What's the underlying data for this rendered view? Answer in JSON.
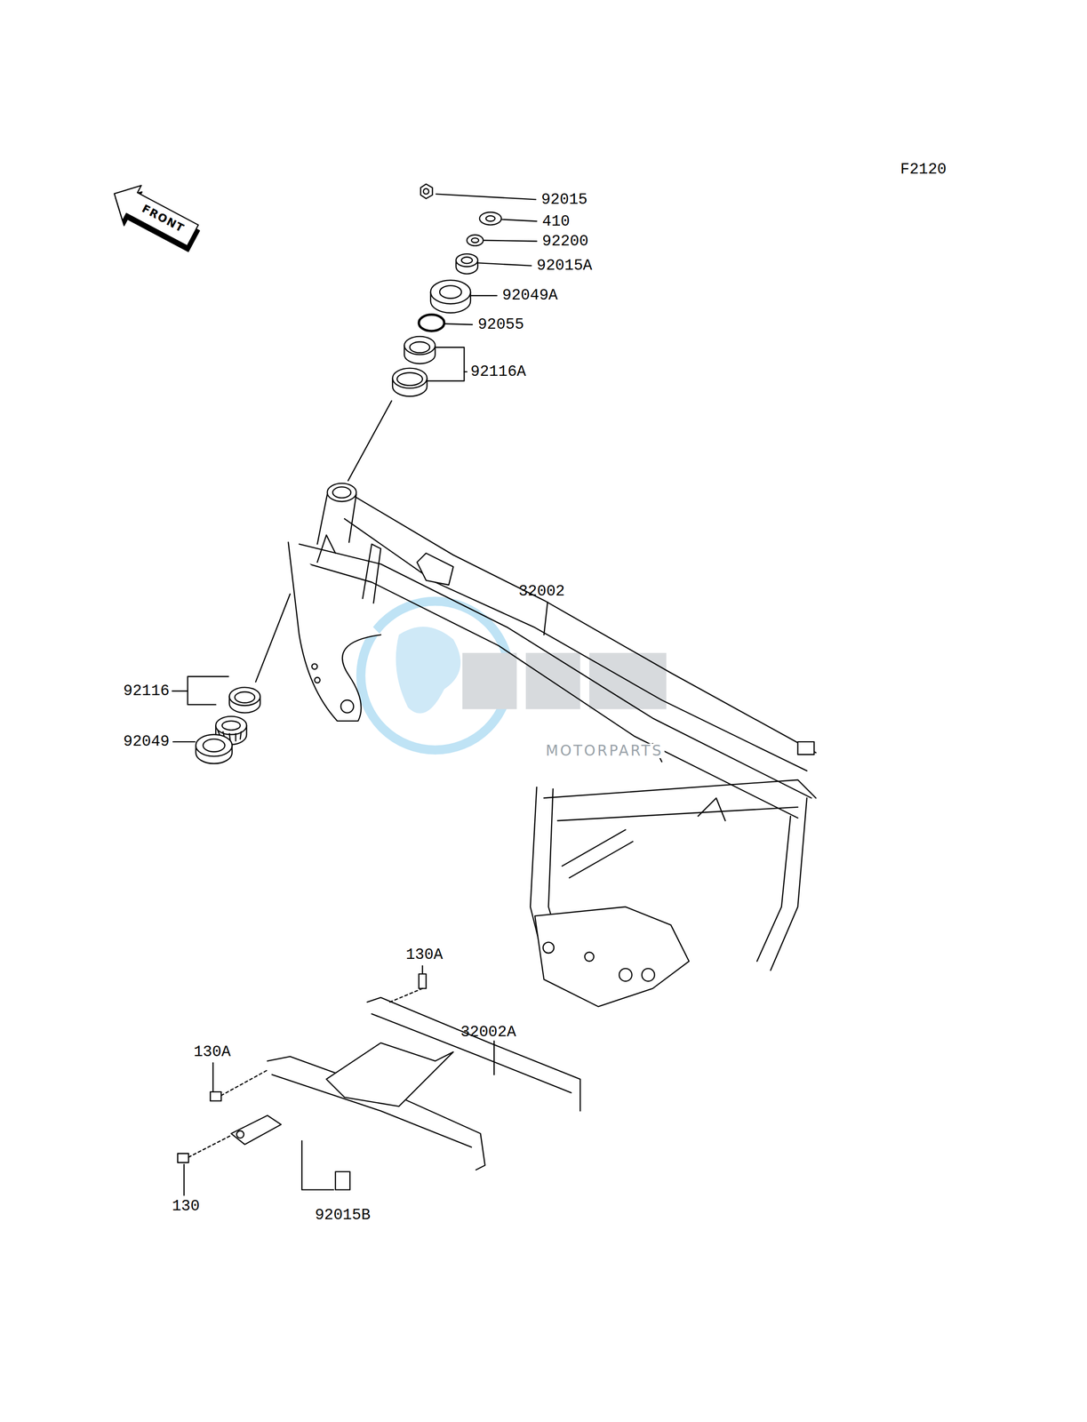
{
  "diagram": {
    "labels": [
      "F2120",
      "FRONT",
      "92015",
      "410",
      "92200",
      "92015A",
      "92049A",
      "92055",
      "92116A",
      "32002",
      "92116",
      "92049",
      "130A",
      "32002A",
      "130A",
      "130",
      "92015B",
      "MOTORPARTS"
    ]
  }
}
